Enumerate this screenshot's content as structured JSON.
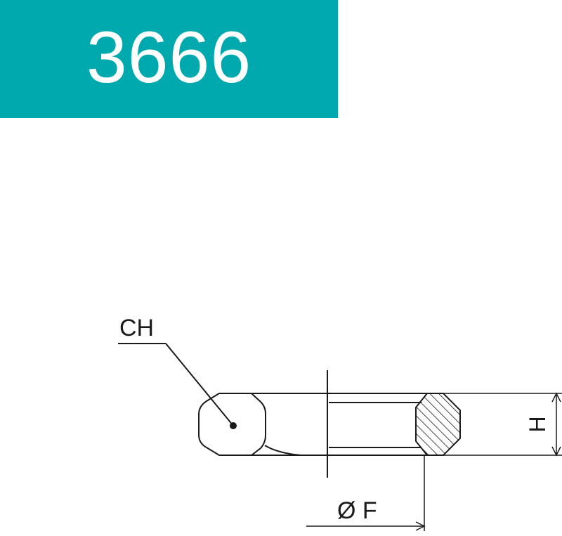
{
  "header": {
    "model_number": "3666",
    "background_color": "#00a9ad",
    "text_color": "#ffffff"
  },
  "drawing": {
    "labels": {
      "hex_size": "CH",
      "height": "H",
      "diameter": "Ø F"
    },
    "line_color": "#1a1a1a"
  }
}
